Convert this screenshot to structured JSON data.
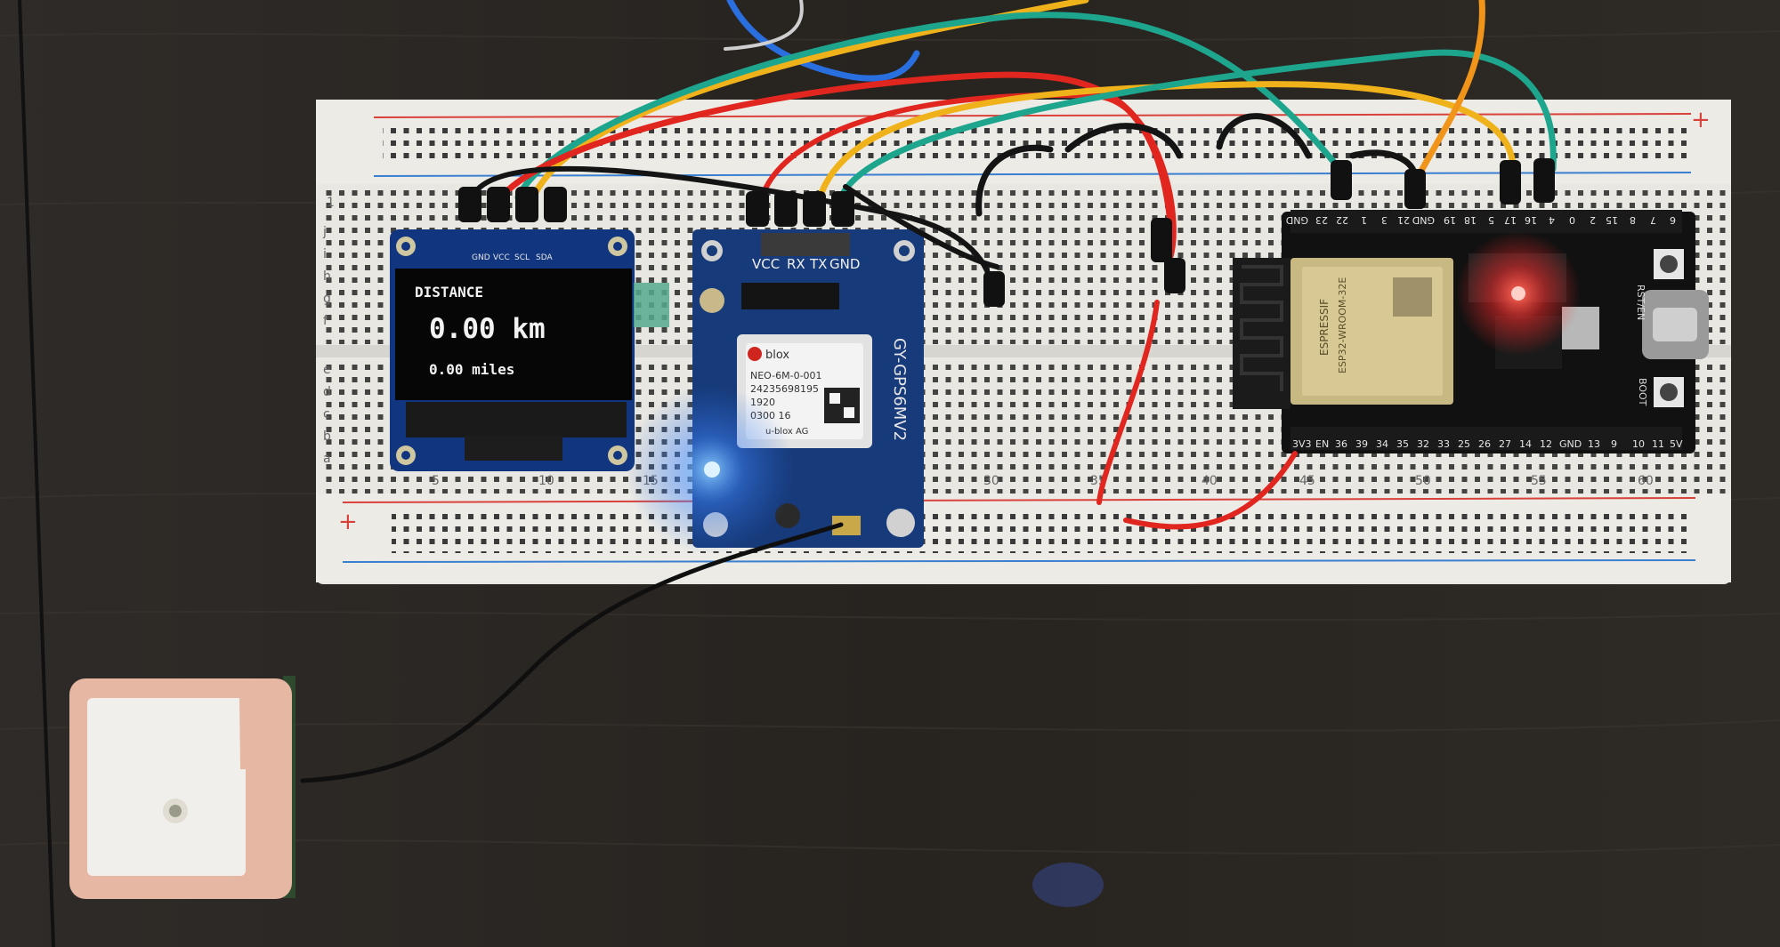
{
  "colors": {
    "table": "#2a2724",
    "breadboard": "#e9e7e1",
    "oled_text": "#f2f2f2",
    "gps_board": "#173a7a",
    "esp_board": "#111111",
    "status_led": "#ff2a2a",
    "wire_red": "#e0261f",
    "wire_yellow": "#f0b21a",
    "wire_green": "#1ea58e",
    "wire_blue": "#2a6fe0",
    "wire_black": "#141414"
  },
  "oled": {
    "header_pins": [
      "GND",
      "VCC",
      "SCL",
      "SDA"
    ],
    "label": "DISTANCE",
    "value_km": "0.00 km",
    "value_miles": "0.00 miles"
  },
  "gps_module": {
    "header_pins": [
      "VCC",
      "RX",
      "TX",
      "GND"
    ],
    "brand": "blox",
    "model": "NEO-6M-0-001",
    "serial": "24235698195",
    "line3": "1920",
    "line4": "0300 16",
    "vendor": "u-blox AG",
    "board_name": "GY-GPS6MV2"
  },
  "breadboard": {
    "row_letters_top": [
      "j",
      "i",
      "h",
      "g",
      "f"
    ],
    "row_letters_bottom": [
      "e",
      "d",
      "c",
      "b",
      "a"
    ],
    "column_numbers": [
      "1",
      "5",
      "10",
      "15",
      "30",
      "35",
      "40",
      "45",
      "50",
      "55",
      "60"
    ]
  },
  "esp32": {
    "module": "ESP32-WROOM-32E",
    "module_brand": "ESPRESSIF",
    "bottom_pins": [
      "3V3",
      "EN",
      "36",
      "39",
      "34",
      "35",
      "32",
      "33",
      "25",
      "26",
      "27",
      "14",
      "12",
      "GND",
      "13",
      "9",
      "10",
      "11",
      "5V"
    ],
    "top_pins": [
      "GND",
      "23",
      "22",
      "1",
      "3",
      "21",
      "GND",
      "19",
      "18",
      "5",
      "17",
      "16",
      "4",
      "0",
      "2",
      "15",
      "8",
      "7",
      "6"
    ],
    "button_top": "RST/EN",
    "button_bottom": "BOOT"
  },
  "icons": [
    "ceramic-gps-antenna-icon",
    "usb-c-port-icon",
    "led-icon"
  ]
}
